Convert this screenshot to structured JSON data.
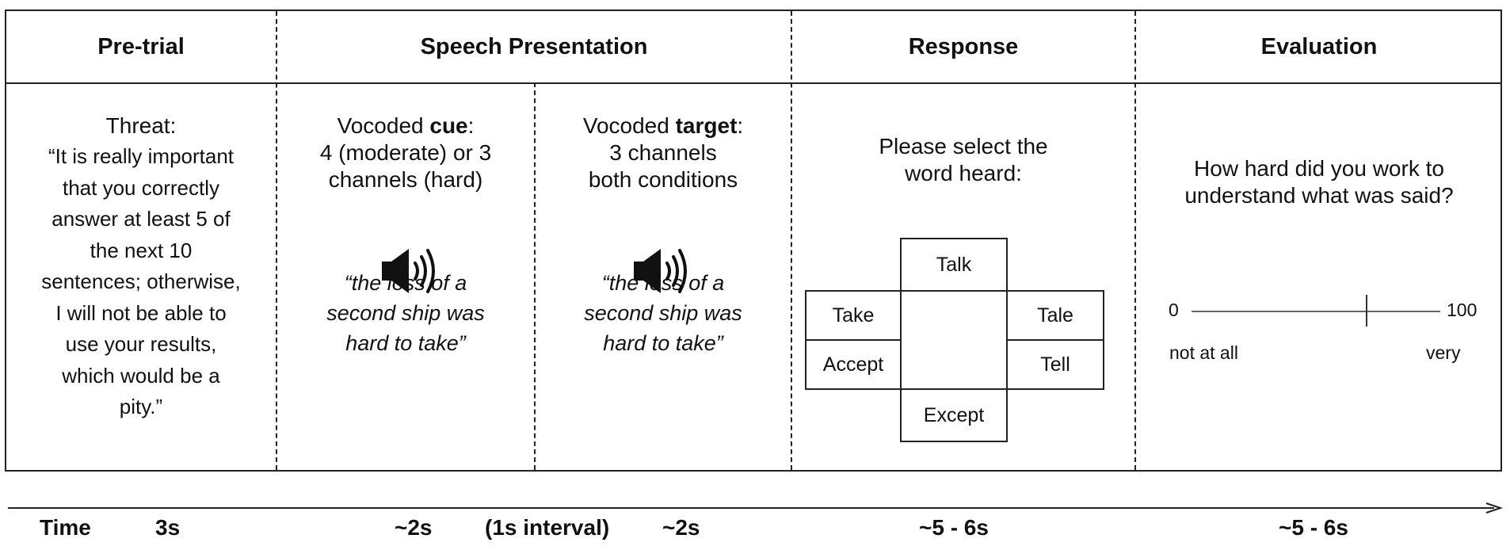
{
  "phases": {
    "pretrial": "Pre-trial",
    "speech": "Speech Presentation",
    "response": "Response",
    "evaluation": "Evaluation"
  },
  "pretrial": {
    "heading": "Threat:",
    "quote_lines": [
      "“It is really important",
      "that you correctly",
      "answer at least 5 of",
      "the next 10",
      "sentences; otherwise,",
      "I will not be able to",
      "use your results,",
      "which would be a",
      "pity.”"
    ]
  },
  "cue": {
    "prefix": "Vocoded ",
    "bold_word": "cue",
    "suffix": ":",
    "line2": "4 (moderate) or 3",
    "line3": "channels (hard)",
    "icon": "speaker-icon",
    "sentence_lines": [
      "“the loss of a",
      "second ship was",
      "hard to take”"
    ]
  },
  "target": {
    "prefix": "Vocoded ",
    "bold_word": "target",
    "suffix": ":",
    "line2": "3 channels",
    "line3": "both conditions",
    "icon": "speaker-icon",
    "sentence_lines": [
      "“the loss of a",
      "second ship was",
      "hard to take”"
    ]
  },
  "response": {
    "prompt_line1": "Please select the",
    "prompt_line2": "word heard:",
    "options": {
      "top": "Talk",
      "left_top": "Take",
      "left_bottom": "Accept",
      "right_top": "Tale",
      "right_bottom": "Tell",
      "bottom": "Except"
    }
  },
  "evaluation": {
    "question_line1": "How hard did you work to",
    "question_line2": "understand what was said?",
    "scale_min": "0",
    "scale_max": "100",
    "label_min": "not at all",
    "label_max": "very",
    "marker_value": 0.7
  },
  "timeline": {
    "label": "Time",
    "pretrial": "3s",
    "cue": "~2s",
    "interval": "(1s interval)",
    "target": "~2s",
    "response": "~5 - 6s",
    "evaluation": "~5 - 6s"
  }
}
